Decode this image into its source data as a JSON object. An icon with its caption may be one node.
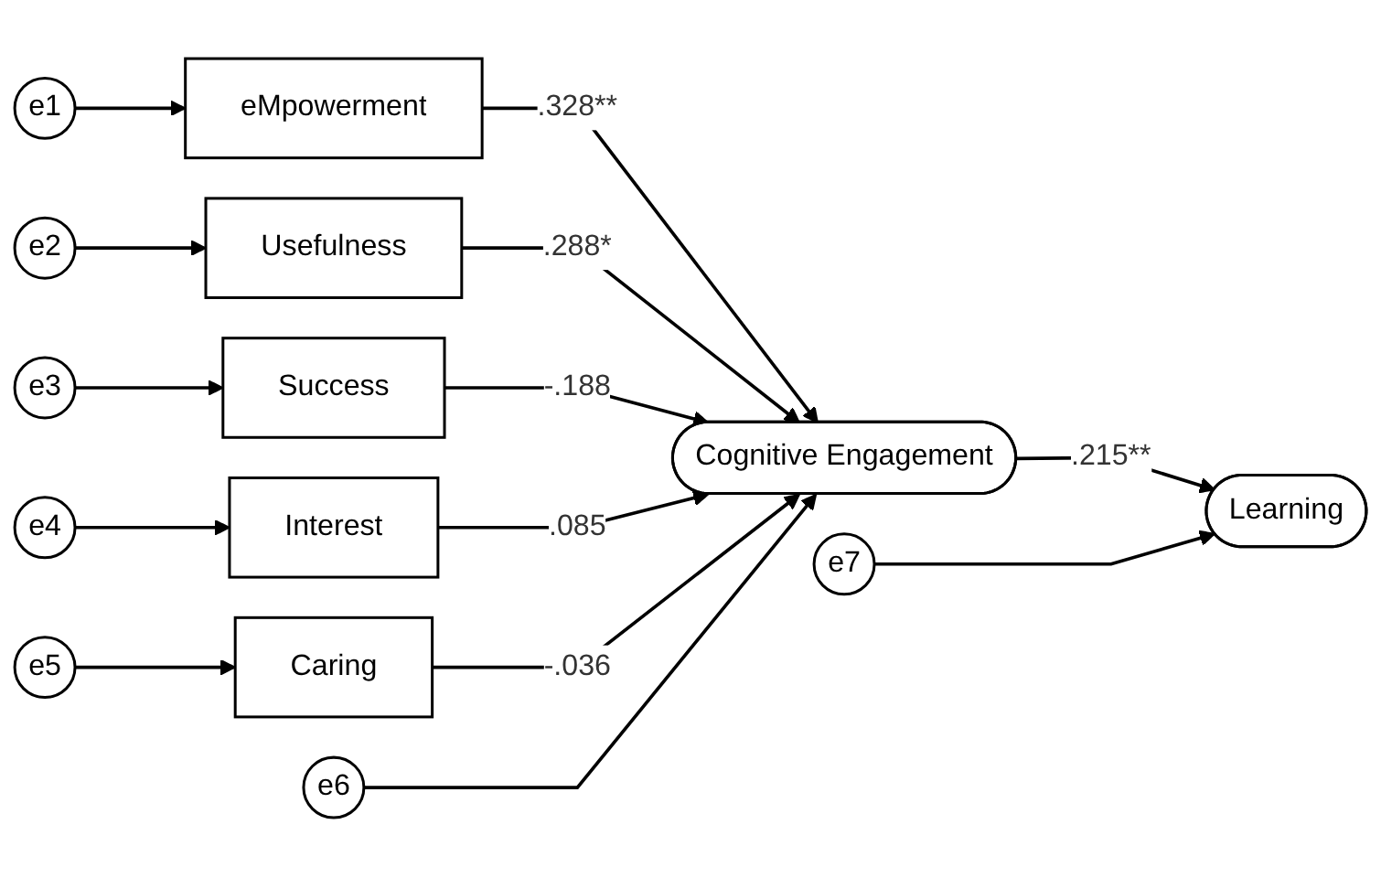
{
  "diagram": {
    "nodes": [
      {
        "text": [
          "e1"
        ]
      },
      {
        "text": [
          "e2"
        ]
      },
      {
        "text": [
          "e3"
        ]
      },
      {
        "text": [
          "e4"
        ]
      },
      {
        "text": [
          "e5"
        ]
      },
      {
        "text": [
          "eMpowerment"
        ]
      },
      {
        "text": [
          "Usefulness"
        ]
      },
      {
        "text": [
          "Success"
        ]
      },
      {
        "text": [
          "Interest"
        ]
      },
      {
        "text": [
          "Caring"
        ]
      },
      {
        "text": [
          "Cognitive Engagement"
        ]
      },
      {
        "text": [
          "Learning"
        ]
      },
      {
        "text": [
          "e6"
        ]
      },
      {
        "text": [
          "e7"
        ]
      }
    ],
    "edges": [
      {
        "from": 0,
        "to": 5,
        "arrow": "to"
      },
      {
        "from": 1,
        "to": 6,
        "arrow": "to"
      },
      {
        "from": 2,
        "to": 7,
        "arrow": "to"
      },
      {
        "from": 3,
        "to": 8,
        "arrow": "to"
      },
      {
        "from": 4,
        "to": 9,
        "arrow": "to"
      },
      {
        "from": 5,
        "to": 10,
        "label": ".328**",
        "arrow": "to"
      },
      {
        "from": 6,
        "to": 10,
        "label": ".288*",
        "arrow": "to"
      },
      {
        "from": 7,
        "to": 10,
        "label": "-.188",
        "arrow": "to"
      },
      {
        "from": 8,
        "to": 10,
        "label": ".085",
        "arrow": "to"
      },
      {
        "from": 9,
        "to": 10,
        "label": "-.036",
        "arrow": "to"
      },
      {
        "from": 10,
        "to": 11,
        "label": ".215**",
        "arrow": "to"
      },
      {
        "from": 12,
        "to": 10,
        "arrow": "to"
      },
      {
        "from": 13,
        "to": 11,
        "arrow": "to"
      }
    ]
  }
}
